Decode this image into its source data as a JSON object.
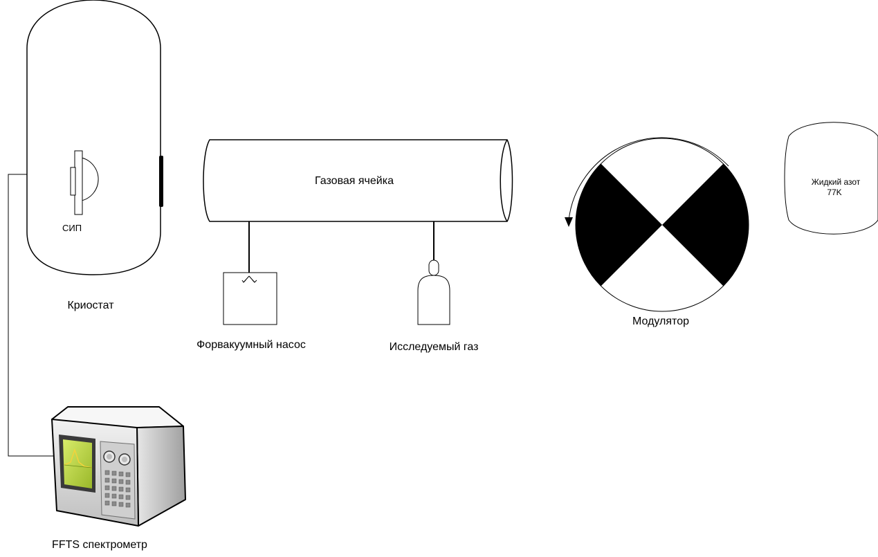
{
  "labels": {
    "cryostat": "Криостат",
    "detector": "СИП",
    "gas_cell": "Газовая ячейка",
    "pump": "Форвакуумный насос",
    "gas": "Исследуемый газ",
    "modulator": "Модулятор",
    "nitrogen_line1": "Жидкий азот",
    "nitrogen_line2": "77K",
    "spectrometer": "FFTS спектрометр"
  },
  "colors": {
    "stroke": "#000000",
    "fill_white": "#ffffff",
    "modulator_blade": "#000000",
    "spectrometer_screen": "#a6c83a",
    "spectrometer_body": "#d9d9d9"
  },
  "icons": {
    "spectrometer": "spectrum-analyzer-icon",
    "pump": "vacuum-pump-icon",
    "gas": "gas-cylinder-icon",
    "modulator": "chopper-wheel-icon",
    "nitrogen": "dewar-icon"
  }
}
